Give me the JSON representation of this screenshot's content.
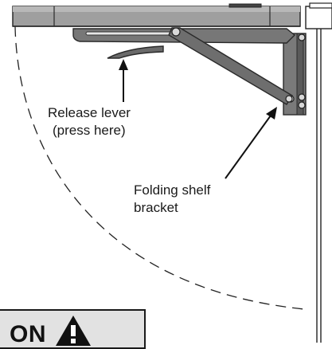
{
  "callouts": {
    "release_lever": {
      "line1": "Release lever",
      "line2": "(press here)"
    },
    "bracket": {
      "line1": "Folding shelf",
      "line2": "bracket"
    }
  },
  "warning": {
    "text": "ON",
    "icon": "warning-triangle-icon"
  },
  "colors": {
    "shelf_top": "#aaaaaa",
    "shelf_front": "#8c8c8c",
    "bracket": "#6e6e6e",
    "outline": "#2a2a2a",
    "warning_box": "#e2e2e2"
  }
}
